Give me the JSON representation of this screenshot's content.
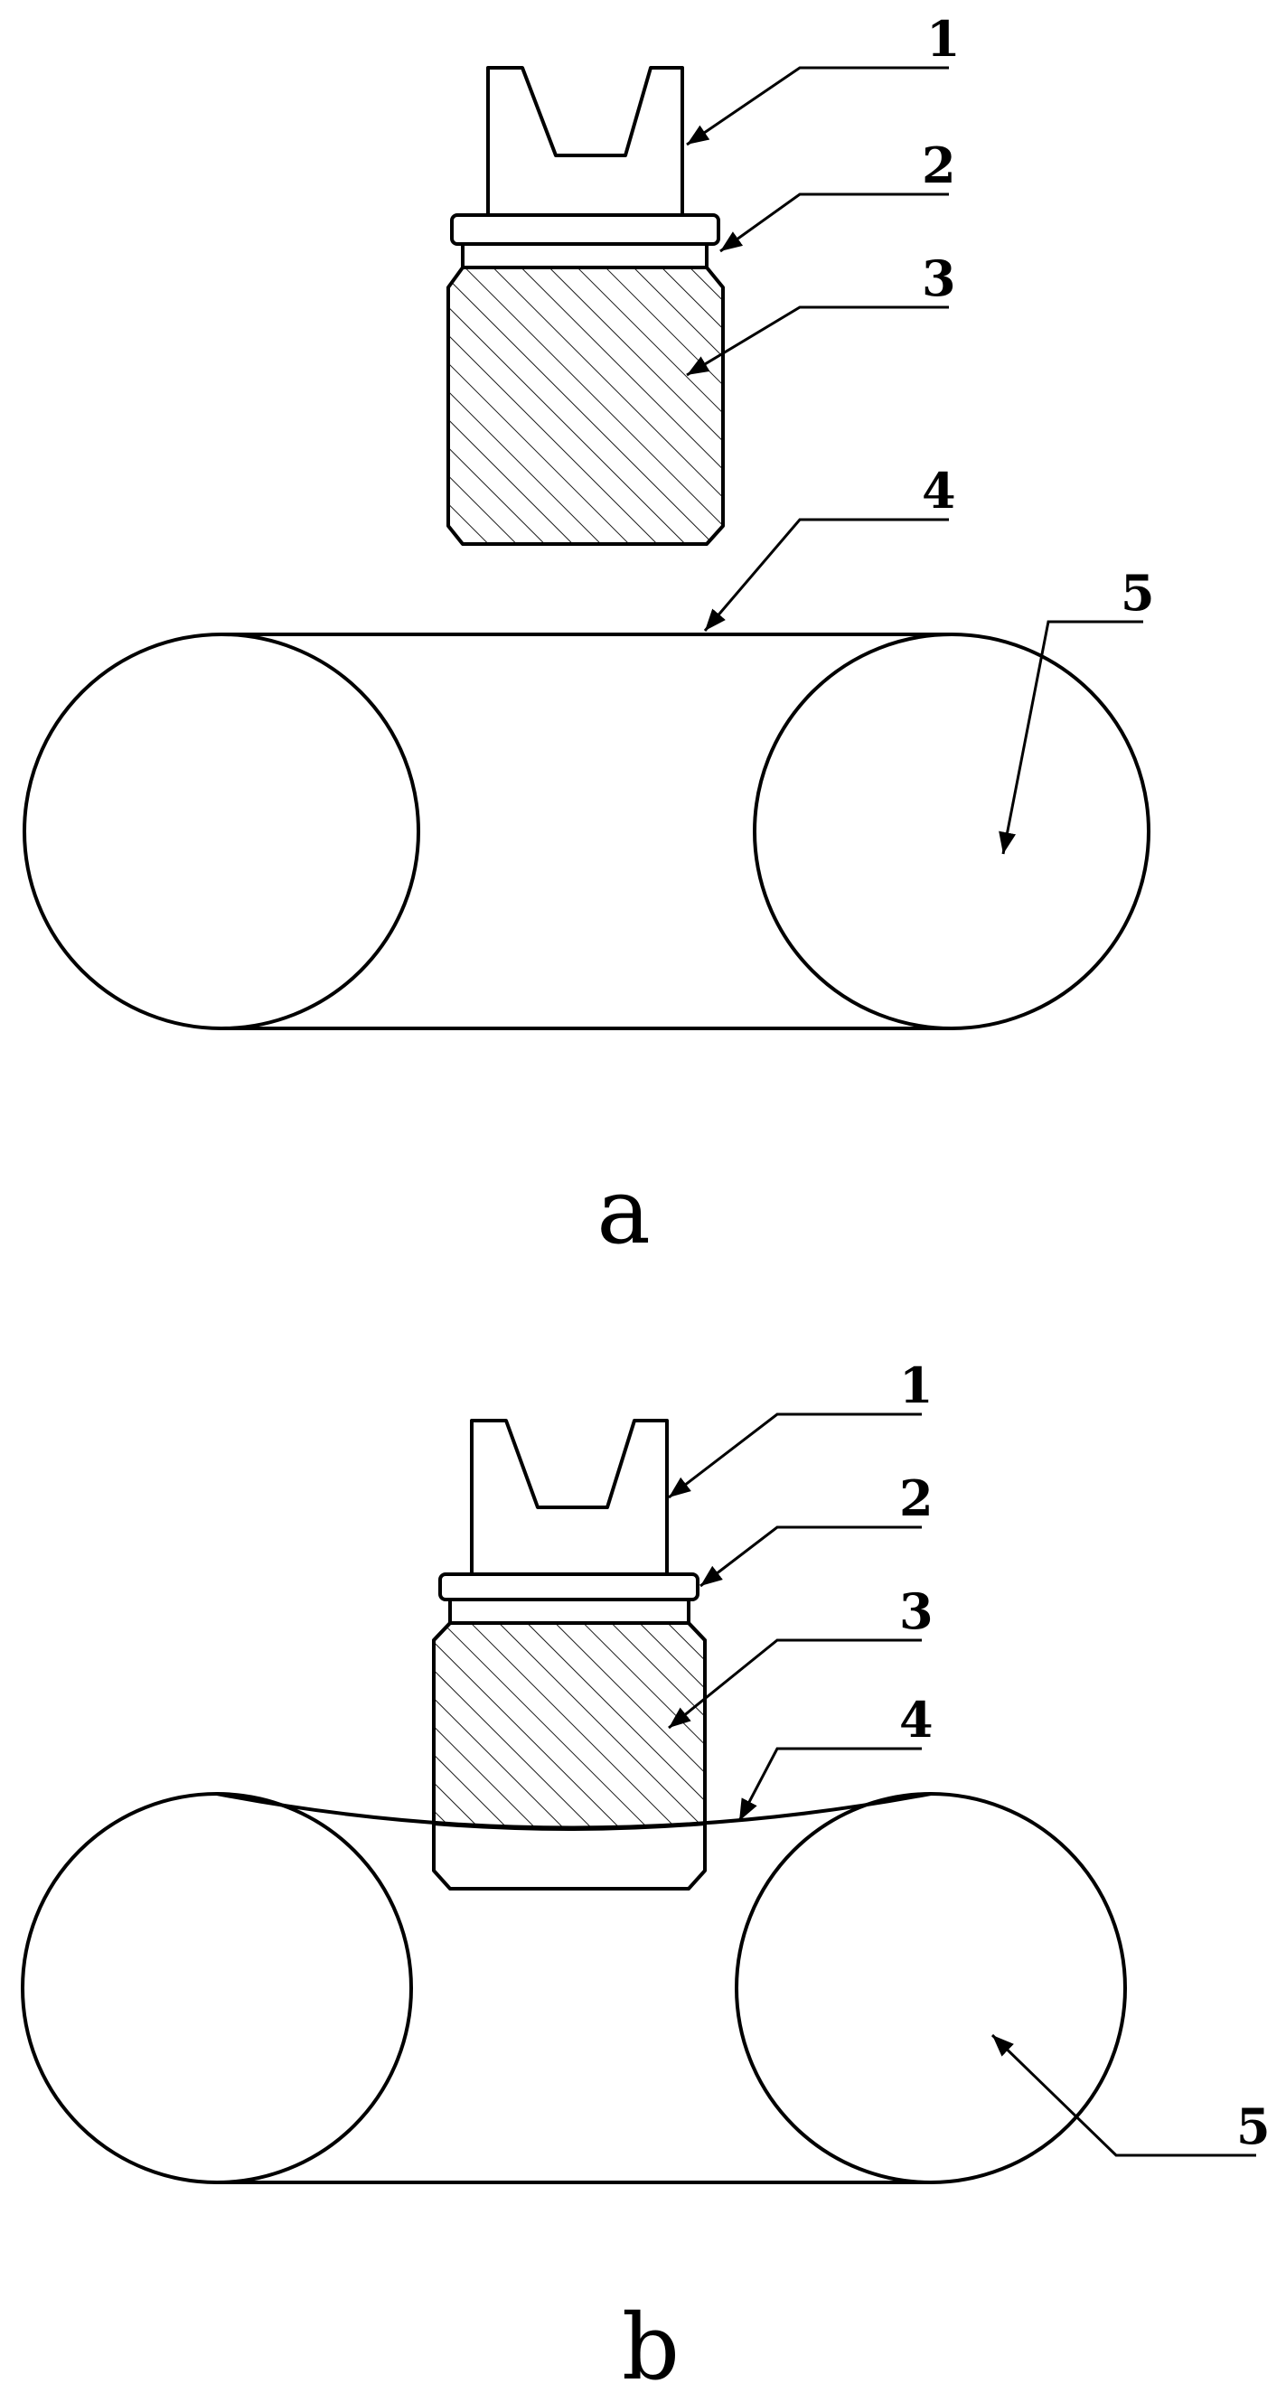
{
  "figure_a": {
    "caption": "a",
    "labels": {
      "one": "1",
      "two": "2",
      "three": "3",
      "four": "4",
      "five": "5"
    }
  },
  "figure_b": {
    "caption": "b",
    "labels": {
      "one": "1",
      "two": "2",
      "three": "3",
      "four": "4",
      "five": "5"
    }
  }
}
